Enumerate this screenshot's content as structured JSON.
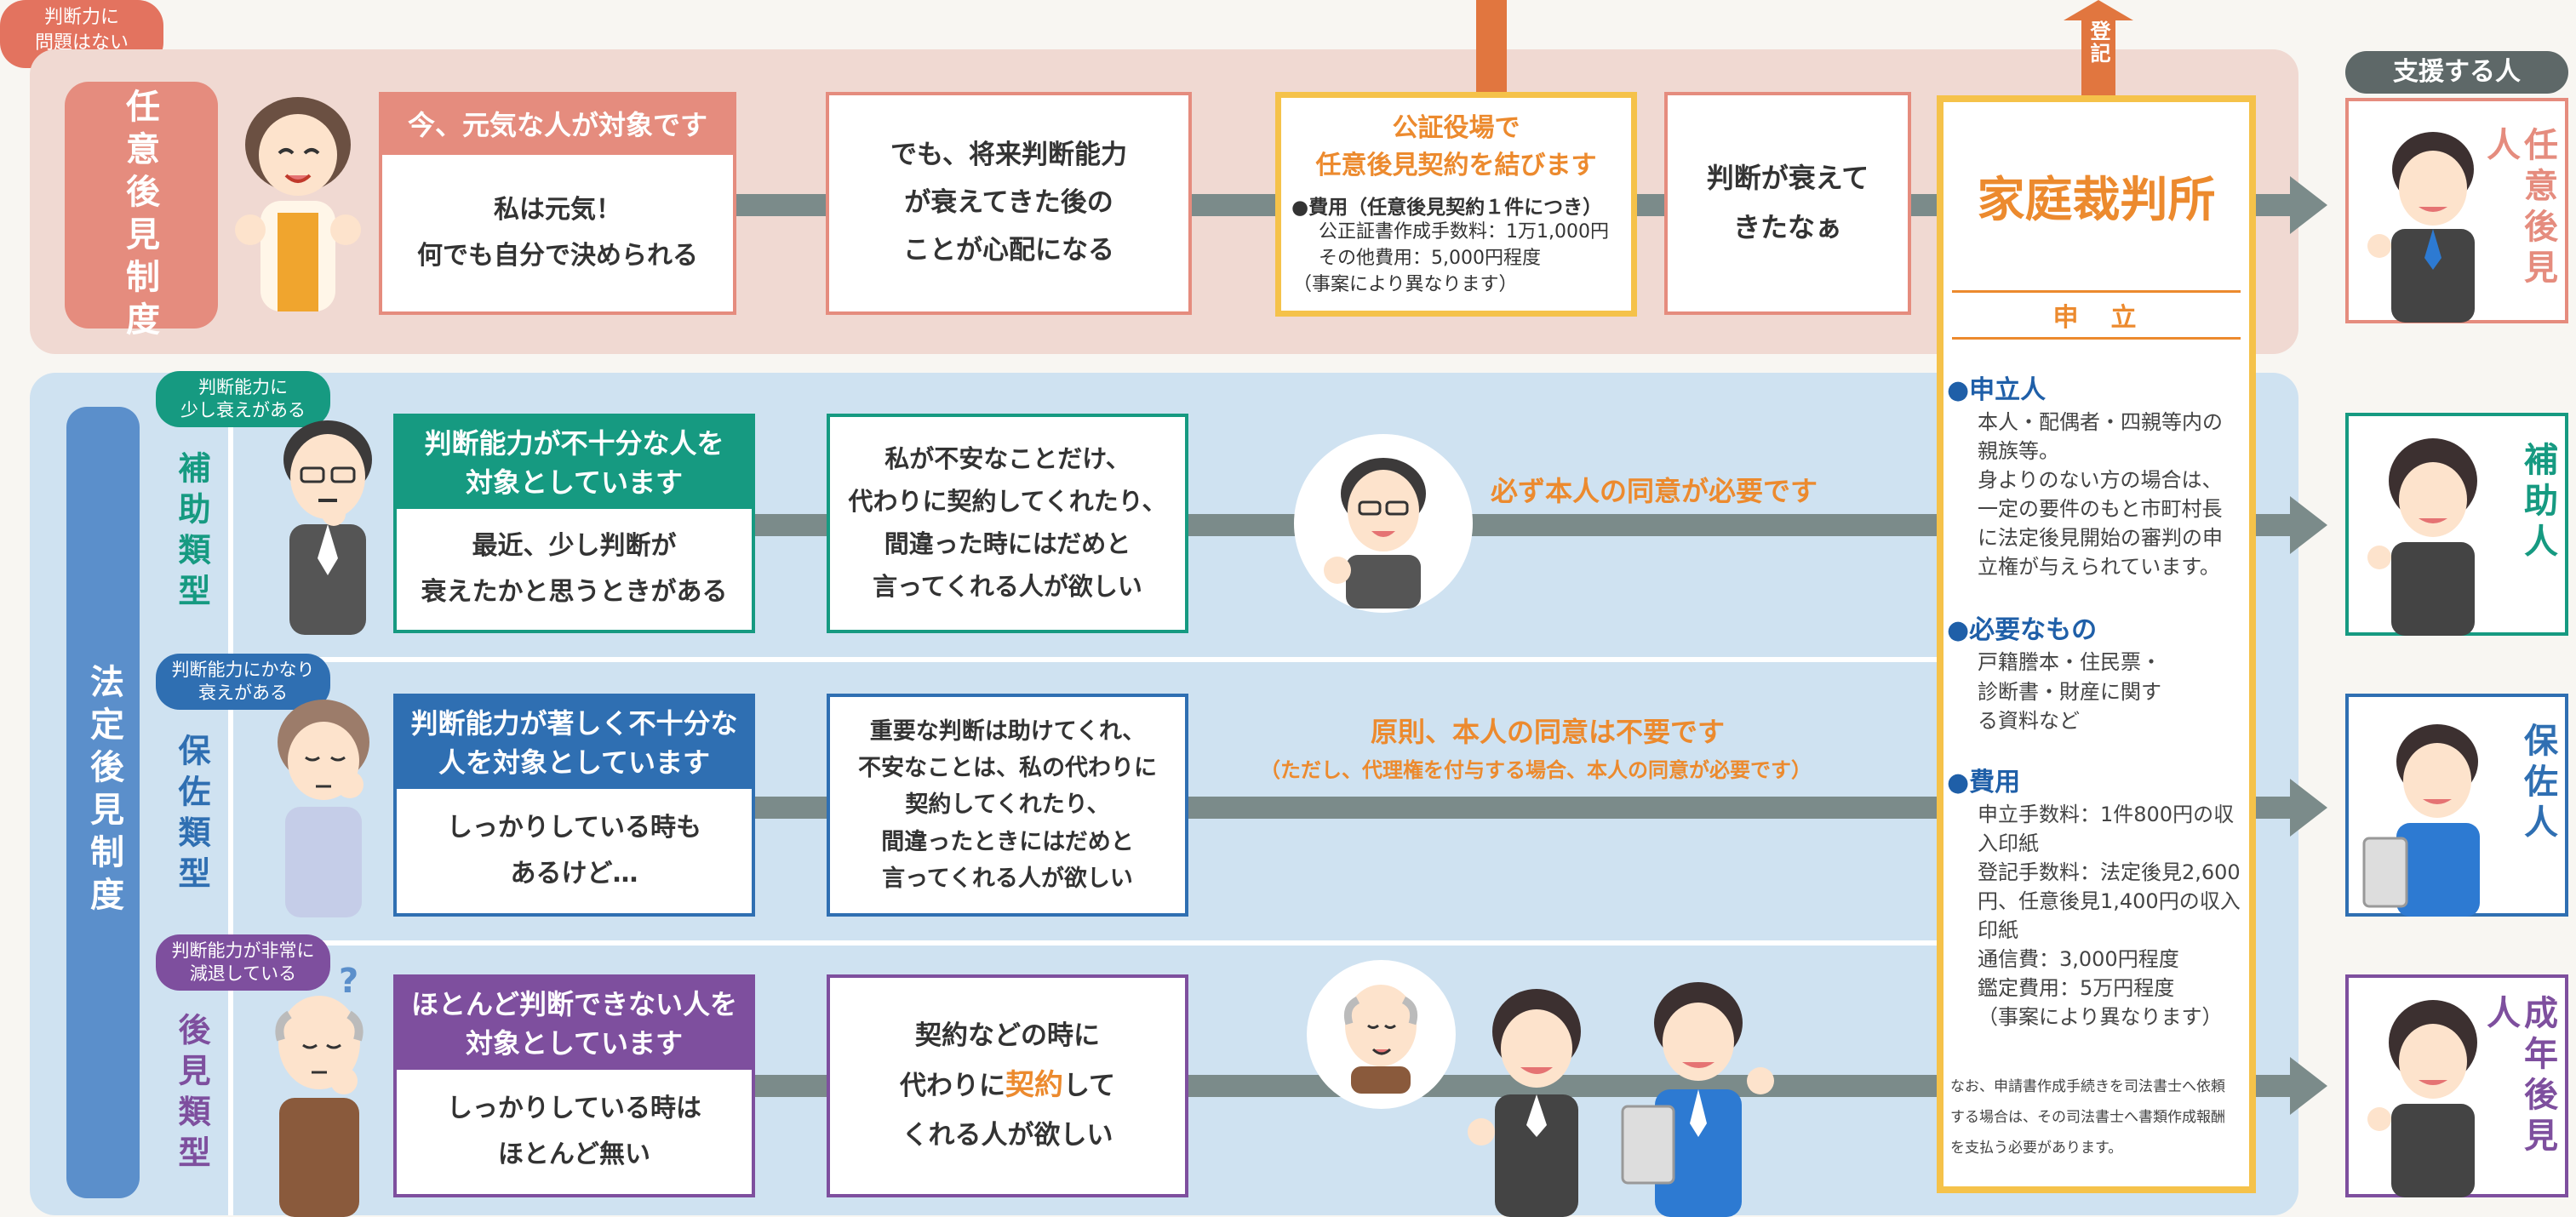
{
  "top_bubble": "判断力に\n問題はない",
  "nin_i": {
    "title": "任意後見制度",
    "box1_head": "今、元気な人が対象です",
    "box1_body": "私は元気！\n何でも自分で決められる",
    "box2": "でも、将来判断能力\nが衰えてきた後の\nことが心配になる",
    "notary_title": "公証役場で\n任意後見契約を結びます",
    "notary_fee_title": "●費用（任意後見契約１件につき）",
    "notary_fee_1": "公正証書作成手数料：1万1,000円",
    "notary_fee_2": "その他費用：5,000円程度",
    "notary_fee_3": "（事案により異なります）",
    "box4": "判断が衰えて\nきたなぁ"
  },
  "registration_label": "登記",
  "support_header": "支援する人",
  "court": {
    "title": "家庭裁判所",
    "subtitle": "申　立",
    "s1_title": "●申立人",
    "s1_body": "本人・配偶者・四親等内の親族等。\n身よりのない方の場合は、一定の要件のもと市町村長に法定後見開始の審判の申立権が与えられています。",
    "s2_title": "●必要なもの",
    "s2_body": "戸籍謄本・住民票・診断書・財産に関する資料など",
    "s3_title": "●費用",
    "s3_body": "申立手数料：1件800円の収入印紙\n登記手数料：法定後見2,600円、任意後見1,400円の収入印紙\n通信費：3,000円程度\n鑑定費用：5万円程度\n（事案により異なります）",
    "note": "なお、申請書作成手続きを司法書士へ依頼する場合は、その司法書士へ書類作成報酬を支払う必要があります。"
  },
  "houtei": {
    "title": "法定後見制度",
    "rows": [
      {
        "type": "補助類型",
        "bubble": "判断能力に\n少し衰えがある",
        "head": "判断能力が不十分な人を\n対象としています",
        "body": "最近、少し判断が\n衰えたかと思うときがある",
        "need": "私が不安なことだけ、\n代わりに契約してくれたり、\n間違った時にはだめと\n言ってくれる人が欲しい",
        "consent": "必ず本人の同意が必要です",
        "consent_sub": "",
        "supporter": "補助人",
        "color": "#169a81"
      },
      {
        "type": "保佐類型",
        "bubble": "判断能力にかなり\n衰えがある",
        "head": "判断能力が著しく不十分な\n人を対象としています",
        "body": "しっかりしている時も\nあるけど…",
        "need": "重要な判断は助けてくれ、\n不安なことは、私の代わりに\n契約してくれたり、\n間違ったときにはだめと\n言ってくれる人が欲しい",
        "consent": "原則、本人の同意は不要です",
        "consent_sub": "（ただし、代理権を付与する場合、本人の同意が必要です）",
        "supporter": "保佐人",
        "color": "#2f6fb2"
      },
      {
        "type": "後見類型",
        "bubble": "判断能力が非常に\n減退している",
        "head": "ほとんど判断できない人を\n対象としています",
        "body": "しっかりしている時は\nほとんど無い",
        "need_pre": "契約などの時に\n代わりに",
        "need_em": "契約",
        "need_post": "して\nくれる人が欲しい",
        "consent": "",
        "consent_sub": "",
        "supporter": "成年後見人",
        "color": "#7e4f9e"
      }
    ]
  },
  "nin_i_supporter": "任意後見人",
  "colors": {
    "salmon": "#e58c7e",
    "pink_bg": "#f0d9d2",
    "blue_bg": "#cfe2f1",
    "gold": "#f5c24a",
    "orange": "#ec8a2e",
    "arrow": "#7b8b8a"
  }
}
